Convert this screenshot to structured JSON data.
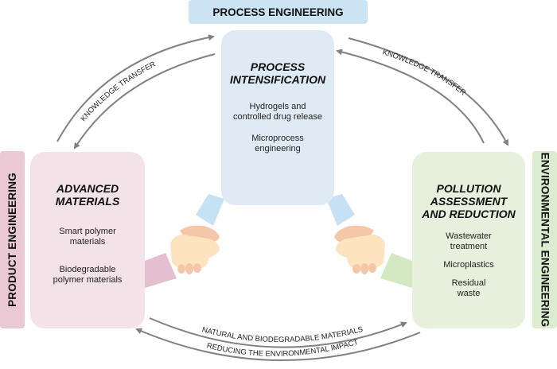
{
  "banner": {
    "label": "PROCESS ENGINEERING"
  },
  "side_labels": {
    "left": "PRODUCT  ENGINEERING",
    "right": "ENVIRONMENTAL  ENGINEERING"
  },
  "boxes": {
    "center": {
      "title_line1": "PROCESS",
      "title_line2": "INTENSIFICATION",
      "items": [
        {
          "line1": "Hydrogels and",
          "line2": "controlled drug release"
        },
        {
          "line1": "Microprocess",
          "line2": "engineering"
        }
      ]
    },
    "left": {
      "title_line1": "ADVANCED",
      "title_line2": "MATERIALS",
      "items": [
        {
          "line1": "Smart polymer",
          "line2": "materials"
        },
        {
          "line1": "Biodegradable",
          "line2": "polymer materials"
        }
      ]
    },
    "right": {
      "title_line1": "POLLUTION",
      "title_line2": "ASSESSMENT",
      "title_line3": "AND REDUCTION",
      "items": [
        {
          "line1": "Wastewater",
          "line2": "treatment"
        },
        {
          "line1": "Microplastics",
          "line2": ""
        },
        {
          "line1": "Residual",
          "line2": "waste"
        }
      ]
    }
  },
  "arrows": {
    "top_left_label": "KNOWLEDGE TRANSFER",
    "top_right_label": "KNOWLEDGE TRANSFER",
    "bottom_upper_label": "NATURAL AND BIODEGRADABLE MATERIALS",
    "bottom_lower_label": "REDUCING THE ENVIRONMENTAL IMPACT"
  },
  "colors": {
    "process_blue": "#cce3f4",
    "product_pink": "#eac8d4",
    "environmental_green": "#dcecd0",
    "arrow_gray": "#808080",
    "skin_light": "#fde3c0",
    "skin_dark": "#f5c7a9"
  }
}
